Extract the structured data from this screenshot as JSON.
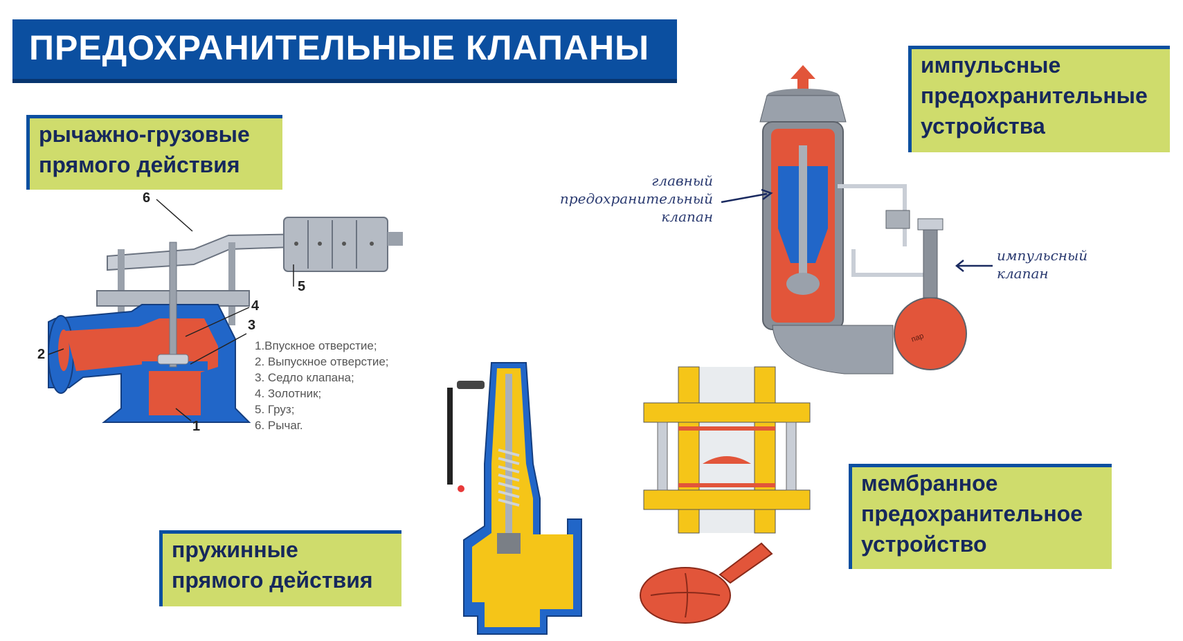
{
  "title": "ПРЕДОХРАНИТЕЛЬНЫЕ КЛАПАНЫ",
  "labels": {
    "lever": [
      "рычажно-грузовые",
      "прямого действия"
    ],
    "impulse": [
      "импульсные",
      "предохранительные",
      "устройства"
    ],
    "spring": [
      "пружинные",
      "прямого действия"
    ],
    "membrane": [
      "мембранное",
      "предохранительное",
      "устройство"
    ]
  },
  "lever_diagram": {
    "numbers": [
      "1",
      "2",
      "3",
      "4",
      "5",
      "6"
    ],
    "legend": [
      "1.Впускное отверстие;",
      "2.  Выпускное отверстие;",
      "3. Седло клапана;",
      "4. Золотник;",
      "5. Груз;",
      "6. Рычаг."
    ]
  },
  "impulse_diagram": {
    "main_valve": [
      "главный",
      "предохранительный",
      "клапан"
    ],
    "impulse_valve": [
      "импульсный",
      "клапан"
    ],
    "steam_tag": "пар"
  },
  "colors": {
    "title_bg": "#0b4fa0",
    "label_bg": "#cfdc6c",
    "valve_blue": "#1f5fbf",
    "valve_red": "#e2553a",
    "valve_yellow": "#f5c518"
  }
}
